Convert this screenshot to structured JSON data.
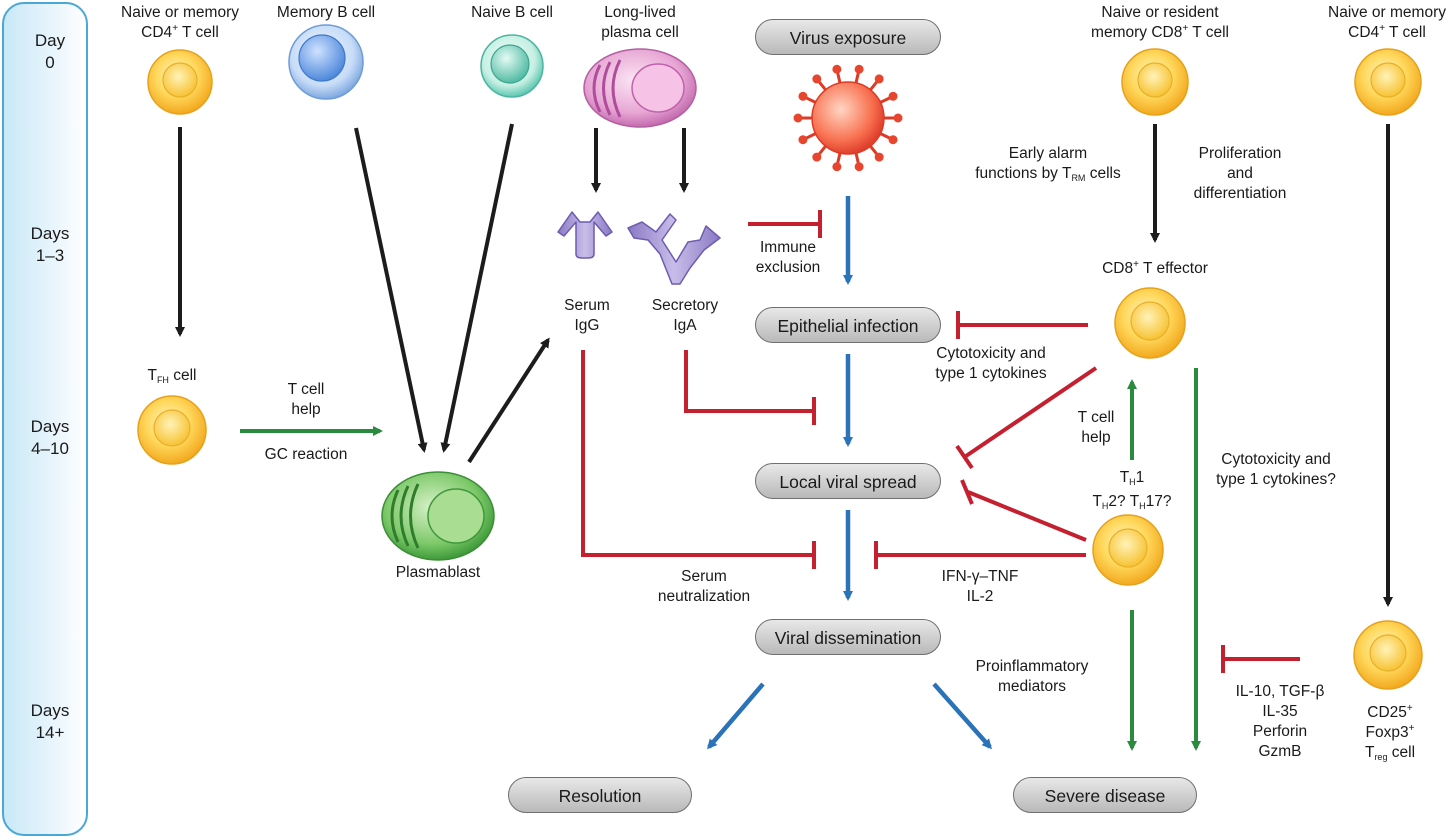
{
  "timeline": {
    "days": [
      "Day\n0",
      "Days\n1–3",
      "Days\n4–10",
      "Days\n14+"
    ]
  },
  "cells": {
    "naive_memory_cd4_top": {
      "line1": "Naive or memory",
      "line2": "CD4",
      "sup": "+",
      "line2b": " T cell"
    },
    "memory_b": "Memory B cell",
    "naive_b": "Naive B cell",
    "long_lived_plasma": {
      "line1": "Long-lived",
      "line2": "plasma cell"
    },
    "naive_resident_cd8": {
      "line1": "Naive or resident",
      "line2": "memory CD8",
      "sup": "+",
      "line2b": " T cell"
    },
    "naive_memory_cd4_right": {
      "line1": "Naive or memory",
      "line2": "CD4",
      "sup": "+",
      "line2b": " T cell"
    },
    "tfh": {
      "main": "T",
      "sub": "FH",
      "rest": " cell"
    },
    "plasmablast": "Plasmablast",
    "cd8_effector": {
      "main": "CD8",
      "sup": "+",
      "rest": " T effector"
    },
    "th_cell": {
      "l1_main": "T",
      "l1_sub": "H",
      "l1_rest": "1",
      "l2a": "T",
      "l2a_sub": "H",
      "l2a_rest": "2? T",
      "l2b_sub": "H",
      "l2b_rest": "17?"
    },
    "treg": {
      "l1": "CD25",
      "l1_sup": "+",
      "l2": "Foxp3",
      "l2_sup": "+",
      "l3": "T",
      "l3_sub": "reg",
      "l3_rest": " cell"
    }
  },
  "antibodies": {
    "serum_igg": {
      "line1": "Serum",
      "line2": "IgG"
    },
    "secretory_iga": {
      "line1": "Secretory",
      "line2": "IgA"
    }
  },
  "stages": {
    "virus_exposure": "Virus exposure",
    "epithelial_infection": "Epithelial infection",
    "local_viral_spread": "Local viral spread",
    "viral_dissemination": "Viral dissemination",
    "resolution": "Resolution",
    "severe_disease": "Severe disease"
  },
  "annotations": {
    "immune_exclusion": {
      "line1": "Immune",
      "line2": "exclusion"
    },
    "t_cell_help_left": {
      "line1": "T cell",
      "line2": "help"
    },
    "gc_reaction": "GC reaction",
    "early_alarm": {
      "line1": "Early alarm",
      "line2a": "functions by T",
      "sub": "RM",
      "line2b": " cells"
    },
    "proliferation": {
      "line1": "Proliferation",
      "line2": "and",
      "line3": "differentiation"
    },
    "cytotoxicity_left": {
      "line1": "Cytotoxicity and",
      "line2": "type 1 cytokines"
    },
    "t_cell_help_right": {
      "line1": "T cell",
      "line2": "help"
    },
    "cytotoxicity_right": {
      "line1": "Cytotoxicity and",
      "line2": "type 1 cytokines?"
    },
    "serum_neutralization": {
      "line1": "Serum",
      "line2": "neutralization"
    },
    "ifn_tnf": {
      "line1": "IFN-γ–TNF",
      "line2": "IL-2"
    },
    "proinflammatory": {
      "line1": "Proinflammatory",
      "line2": "mediators"
    },
    "treg_products": {
      "line1": "IL-10, TGF-β",
      "line2": "IL-35",
      "line3": "Perforin",
      "line4": "GzmB"
    }
  },
  "colors": {
    "activation": "#1c1c1c",
    "viral_progression": "#2a73b8",
    "promotion": "#2a8a3e",
    "inhibition": "#c4202f",
    "timeline_border": "#4aa8d6"
  }
}
